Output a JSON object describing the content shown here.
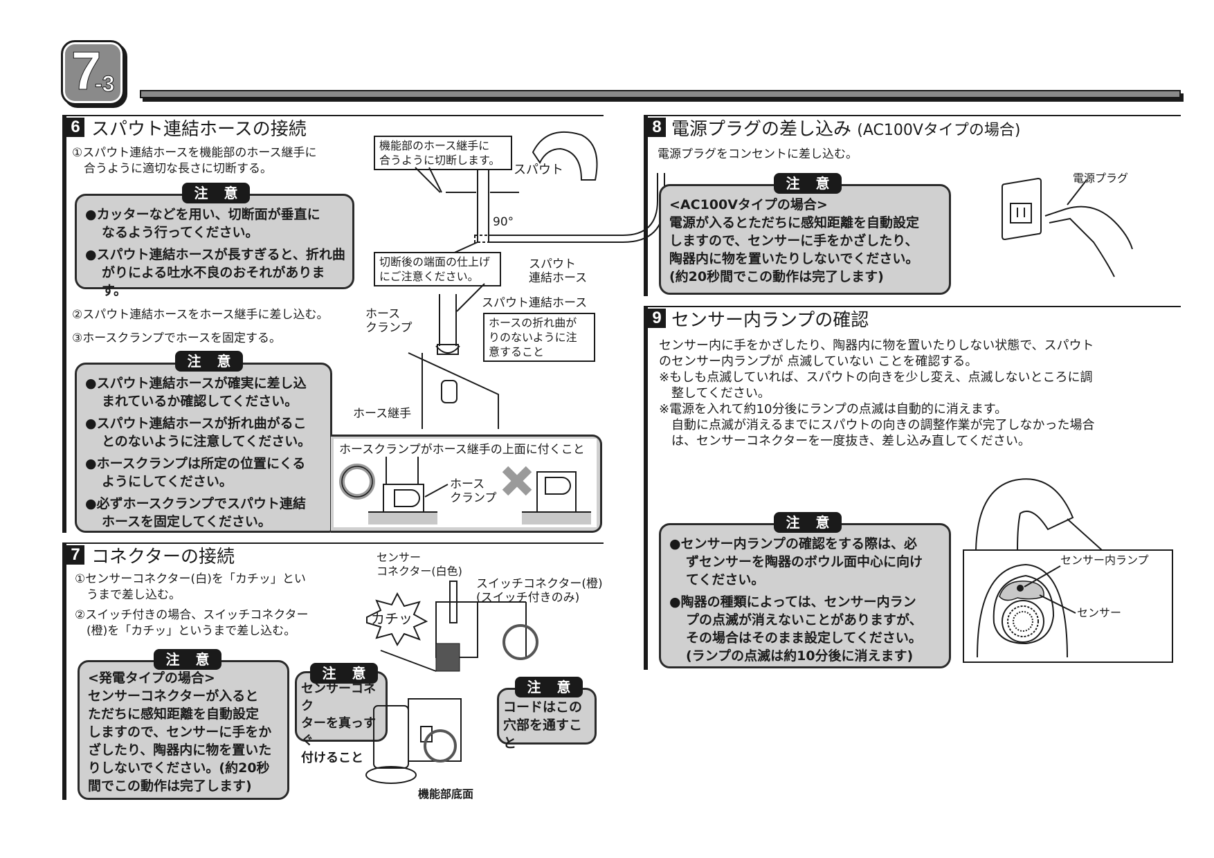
{
  "header": {
    "chapter_number": "7",
    "chapter_sub": "-3"
  },
  "section6": {
    "number": "6",
    "title": "スパウト連結ホースの接続",
    "step1": [
      "①スパウト連結ホースを機能部のホース継手に",
      "　合うように適切な長さに切断する。"
    ],
    "caution1": {
      "tag": "注 意",
      "bullets": [
        [
          "●カッターなどを用い、切断面が垂直に",
          "なるよう行ってください。"
        ],
        [
          "●スパウト連結ホースが長すぎると、折れ曲",
          "がりによる吐水不良のおそれがあります。"
        ]
      ]
    },
    "step2": "②スパウト連結ホースをホース継手に差し込む。",
    "step3": "③ホースクランプでホースを固定する。",
    "caution2": {
      "tag": "注 意",
      "bullets": [
        [
          "●スパウト連結ホースが確実に差し込",
          "まれているか確認してください。"
        ],
        [
          "●スパウト連結ホースが折れ曲がるこ",
          "とのないように注意してください。"
        ],
        [
          "●ホースクランプは所定の位置にくる",
          "ようにしてください。"
        ],
        [
          "●必ずホースクランプでスパウト連結",
          "ホースを固定してください。"
        ]
      ]
    },
    "diagram": {
      "callout_cut": [
        "機能部のホース継手に",
        "合うように切断します。"
      ],
      "label_spout": "スパウト",
      "angle": "90°",
      "callout_finish": [
        "切断後の端面の仕上げ",
        "にご注意ください。"
      ],
      "label_hose": [
        "スパウト",
        "連結ホース"
      ],
      "label_hose2": "スパウト連結ホース",
      "label_clamp": [
        "ホース",
        "クランプ"
      ],
      "callout_kink": [
        "ホースの折れ曲が",
        "りのないように注",
        "意すること"
      ],
      "label_joint": "ホース継手",
      "clamp_panel_title": "ホースクランプがホース継手の上面に付くこと",
      "clamp_panel_label": [
        "ホース",
        "クランプ"
      ],
      "ok_mark": "○",
      "ng_mark": "×"
    }
  },
  "section7": {
    "number": "7",
    "title": "コネクターの接続",
    "step1": [
      "①センサーコネクター(白)を「カチッ」とい",
      "　うまで差し込む。"
    ],
    "step2": [
      "②スイッチ付きの場合、スイッチコネクター",
      "　(橙)を「カチッ」というまで差し込む。"
    ],
    "caution1": {
      "tag": "注 意",
      "lines": [
        "<発電タイプの場合>",
        "センサーコネクターが入ると",
        "ただちに感知距離を自動設定",
        "しますので、センサーに手をか",
        "ざしたり、陶器内に物を置いた",
        "りしないでください。(約20秒",
        "間でこの動作は完了します)"
      ]
    },
    "caution2": {
      "tag": "注 意",
      "lines": [
        "センサーコネク",
        "ターを真っすぐ",
        "付けること"
      ]
    },
    "caution3": {
      "tag": "注 意",
      "lines": [
        "コードはこの",
        "穴部を通すこと"
      ]
    },
    "diagram": {
      "label_sensor": [
        "センサー",
        "コネクター(白色)"
      ],
      "label_switch": [
        "スイッチコネクター(橙)",
        "(スイッチ付きのみ)"
      ],
      "click": "カチッ",
      "bottom_caption": "機能部底面"
    }
  },
  "section8": {
    "number": "8",
    "title": "電源プラグの差し込み",
    "title_suffix": "(AC100Vタイプの場合)",
    "body": "電源プラグをコンセントに差し込む。",
    "caution": {
      "tag": "注 意",
      "lines": [
        "<AC100Vタイプの場合>",
        "電源が入るとただちに感知距離を自動設定",
        "しますので、センサーに手をかざしたり、",
        "陶器内に物を置いたりしないでください。",
        "(約20秒間でこの動作は完了します)"
      ]
    },
    "label_plug": "電源プラグ"
  },
  "section9": {
    "number": "9",
    "title": "センサー内ランプの確認",
    "body": [
      "センサー内に手をかざしたり、陶器内に物を置いたりしない状態で、スパウト",
      "のセンサー内ランプが 点滅していない ことを確認する。",
      "※もしも点滅していれば、スパウトの向きを少し変え、点滅しないところに調",
      "　整してください。",
      "※電源を入れて約10分後にランプの点滅は自動的に消えます。",
      "　自動に点滅が消えるまでにスパウトの向きの調整作業が完了しなかった場合",
      "　は、センサーコネクターを一度抜き、差し込み直してください。"
    ],
    "caution": {
      "tag": "注 意",
      "bullets": [
        [
          "●センサー内ランプの確認をする際は、必",
          "ずセンサーを陶器のボウル面中心に向け",
          "てください。"
        ],
        [
          "●陶器の種類によっては、センサー内ラン",
          "プの点滅が消えないことがありますが、",
          "その場合はそのまま設定してください。",
          "(ランプの点滅は約10分後に消えます)"
        ]
      ]
    },
    "label_lamp": "センサー内ランプ",
    "label_sensor": "センサー"
  }
}
